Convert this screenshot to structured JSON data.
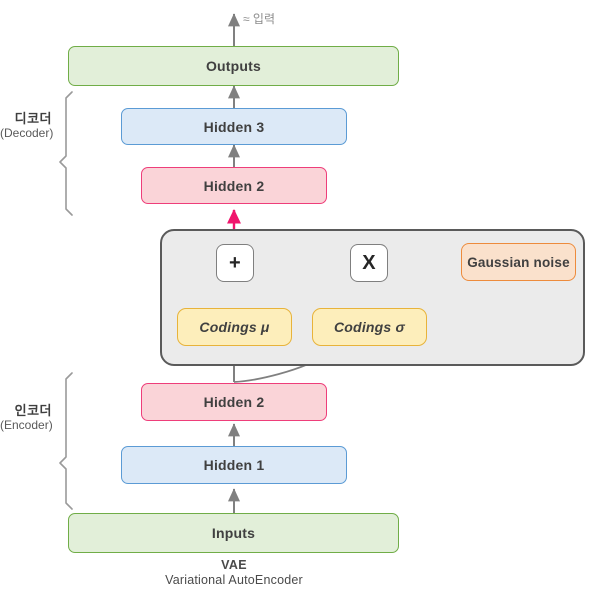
{
  "diagram": {
    "caption_title": "VAE",
    "caption_subtitle": "Variational AutoEncoder",
    "top_annotation": "≈ 입력",
    "colors": {
      "green_fill": "#e2efd9",
      "green_border": "#70ad47",
      "blue_fill": "#dce9f7",
      "blue_border": "#5b9bd5",
      "pink_fill": "#fad4d8",
      "pink_border": "#ee3e7a",
      "yellow_fill": "#fdeebb",
      "yellow_border": "#e8b33a",
      "orange_fill": "#fae1cc",
      "orange_border": "#ed8b3c",
      "sampling_fill": "#ebebeb",
      "sampling_border": "#5a5a5a",
      "arrow_gray": "#808080",
      "arrow_pink": "#f0156c",
      "text": "#404040"
    }
  },
  "brackets": [
    {
      "id": "decoder",
      "ko": "디코더",
      "en": "(Decoder)"
    },
    {
      "id": "encoder",
      "ko": "인코더",
      "en": "(Encoder)"
    }
  ],
  "nodes": [
    {
      "id": "outputs",
      "label": "Outputs",
      "color": "green"
    },
    {
      "id": "hidden3",
      "label": "Hidden 3",
      "color": "blue"
    },
    {
      "id": "hidden2-dec",
      "label": "Hidden 2",
      "color": "pink"
    },
    {
      "id": "plus-op",
      "label": "+",
      "color": "op"
    },
    {
      "id": "times-op",
      "label": "X",
      "color": "op"
    },
    {
      "id": "gaussian",
      "label": "Gaussian noise",
      "color": "orange"
    },
    {
      "id": "codings-mu",
      "label": "Codings μ",
      "color": "yellow"
    },
    {
      "id": "codings-sigma",
      "label": "Codings σ",
      "color": "yellow"
    },
    {
      "id": "hidden2-enc",
      "label": "Hidden 2",
      "color": "pink"
    },
    {
      "id": "hidden1",
      "label": "Hidden 1",
      "color": "blue"
    },
    {
      "id": "inputs",
      "label": "Inputs",
      "color": "green"
    }
  ]
}
